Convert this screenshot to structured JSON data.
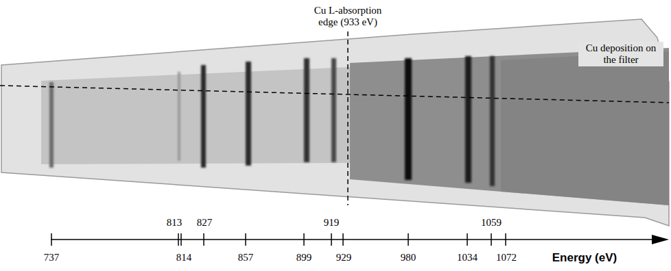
{
  "diagram": {
    "labels": [
      "Cu L-absorption edge (933 eV)",
      "Cu deposition on the filter",
      "813",
      "827",
      "919",
      "1059",
      "737",
      "814",
      "857",
      "899",
      "929",
      "980",
      "1034",
      "1072",
      "Energy (eV)"
    ]
  }
}
